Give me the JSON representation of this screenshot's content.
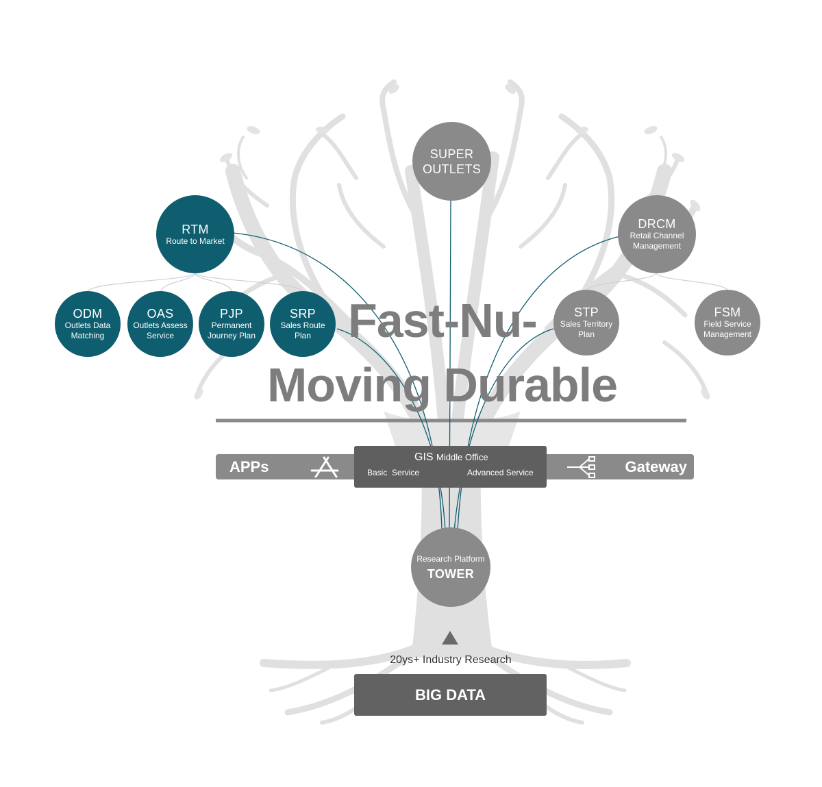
{
  "colors": {
    "teal": "#0e5e6f",
    "gray": "#8a8a8a",
    "dark": "#5f5f5f",
    "tree": "#dcdcdc",
    "title": "#7d7d7d"
  },
  "title": {
    "line1": "Fast-Nu-",
    "line2": "Moving Durable"
  },
  "nodes": {
    "super_outlets": {
      "line1": "SUPER",
      "line2": "OUTLETS"
    },
    "rtm": {
      "abbr": "RTM",
      "full": "Route to Market"
    },
    "odm": {
      "abbr": "ODM",
      "full": "Outlets Data Matching"
    },
    "oas": {
      "abbr": "OAS",
      "full": "Outlets Assess Service"
    },
    "pjp": {
      "abbr": "PJP",
      "full": "Permanent Journey Plan"
    },
    "srp": {
      "abbr": "SRP",
      "full": "Sales Route Plan"
    },
    "drcm": {
      "abbr": "DRCM",
      "full": "Retail Channel Management"
    },
    "stp": {
      "abbr": "STP",
      "full": "Sales Territory Plan"
    },
    "fsm": {
      "abbr": "FSM",
      "full": "Field Service Management"
    },
    "tower": {
      "sub": "Research Platform",
      "name": "TOWER"
    }
  },
  "middle": {
    "apps_label": "APPs",
    "gateway_label": "Gateway",
    "gis_label": "GIS",
    "gis_sub": "Middle Office",
    "basic": "Basic  Service",
    "advanced": "Advanced Service",
    "icons": [
      "app-store-icon",
      "branch-network-icon"
    ]
  },
  "bottom": {
    "research": "20ys+ Industry Research",
    "big_data": "BIG DATA",
    "icon": "triangle-up-icon"
  }
}
